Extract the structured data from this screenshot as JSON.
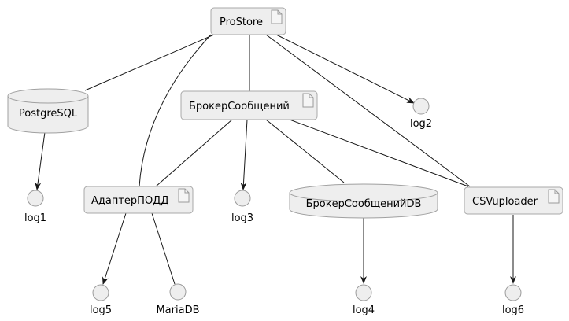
{
  "diagram": {
    "type": "plantuml-deployment-diagram",
    "colors": {
      "background": "#ffffff",
      "node_fill": "#eeeeee",
      "node_border": "#a8a8a8",
      "edge": "#181818",
      "text": "#000000"
    },
    "nodes": {
      "prostore": {
        "label": "ProStore",
        "type": "artifact"
      },
      "postgresql": {
        "label": "PostgreSQL",
        "type": "database"
      },
      "broker": {
        "label": "БрокерСообщений",
        "type": "artifact"
      },
      "log2": {
        "label": "log2",
        "type": "interface"
      },
      "adapter": {
        "label": "АдаптерПОДД",
        "type": "artifact"
      },
      "log3": {
        "label": "log3",
        "type": "interface"
      },
      "brokerdb": {
        "label": "БрокерСообщенийDB",
        "type": "database"
      },
      "csvuploader": {
        "label": "CSVuploader",
        "type": "artifact"
      },
      "log1": {
        "label": "log1",
        "type": "interface"
      },
      "log5": {
        "label": "log5",
        "type": "interface"
      },
      "mariadb": {
        "label": "MariaDB",
        "type": "interface"
      },
      "log4": {
        "label": "log4",
        "type": "interface"
      },
      "log6": {
        "label": "log6",
        "type": "interface"
      }
    },
    "edges": [
      {
        "from": "ProStore",
        "to": "PostgreSQL",
        "arrow": false
      },
      {
        "from": "ProStore",
        "to": "АдаптерПОДД",
        "arrow": false,
        "curved": true
      },
      {
        "from": "ProStore",
        "to": "БрокерСообщений",
        "arrow": false
      },
      {
        "from": "ProStore",
        "to": "log2",
        "arrow": true
      },
      {
        "from": "ProStore",
        "to": "CSVuploader",
        "arrow": false
      },
      {
        "from": "PostgreSQL",
        "to": "log1",
        "arrow": true
      },
      {
        "from": "БрокерСообщений",
        "to": "АдаптерПОДД",
        "arrow": false
      },
      {
        "from": "БрокерСообщений",
        "to": "log3",
        "arrow": true
      },
      {
        "from": "БрокерСообщений",
        "to": "БрокерСообщенийDB",
        "arrow": false
      },
      {
        "from": "БрокерСообщений",
        "to": "CSVuploader",
        "arrow": false
      },
      {
        "from": "АдаптерПОДД",
        "to": "log5",
        "arrow": true
      },
      {
        "from": "АдаптерПОДД",
        "to": "MariaDB",
        "arrow": false
      },
      {
        "from": "БрокерСообщенийDB",
        "to": "log4",
        "arrow": true
      },
      {
        "from": "CSVuploader",
        "to": "log6",
        "arrow": true
      }
    ]
  }
}
